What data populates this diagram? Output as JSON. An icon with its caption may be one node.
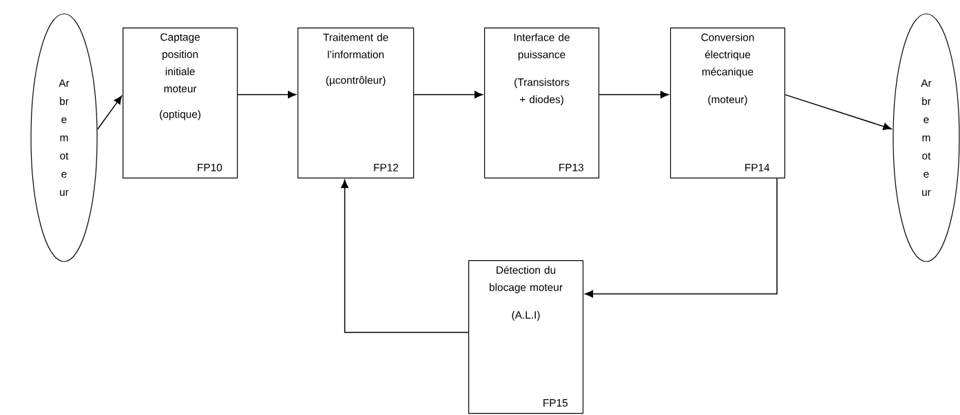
{
  "diagram": {
    "nodes": [
      {
        "text": [
          "Arbre moteur"
        ]
      },
      {
        "text": [
          "Captage position initiale moteur",
          "(optique)",
          "FP10"
        ]
      },
      {
        "text": [
          "Traitement de l’information",
          "(µcontrôleur)",
          "FP12"
        ]
      },
      {
        "text": [
          "Interface de puissance",
          "(Transistors + diodes)",
          "FP13"
        ]
      },
      {
        "text": [
          "Conversion électrique mécanique",
          "(moteur)",
          "FP14"
        ]
      },
      {
        "text": [
          "Arbre moteur"
        ]
      },
      {
        "text": [
          "Détection du blocage moteur",
          "(A.L.I)",
          "FP15"
        ]
      }
    ],
    "edges": [
      {
        "from": 0,
        "to": 1,
        "arrow": "to"
      },
      {
        "from": 1,
        "to": 2,
        "arrow": "to"
      },
      {
        "from": 2,
        "to": 3,
        "arrow": "to"
      },
      {
        "from": 3,
        "to": 4,
        "arrow": "to"
      },
      {
        "from": 4,
        "to": 5,
        "arrow": "to"
      },
      {
        "from": 4,
        "to": 6,
        "arrow": "to"
      },
      {
        "from": 6,
        "to": 2,
        "arrow": "to"
      }
    ]
  }
}
